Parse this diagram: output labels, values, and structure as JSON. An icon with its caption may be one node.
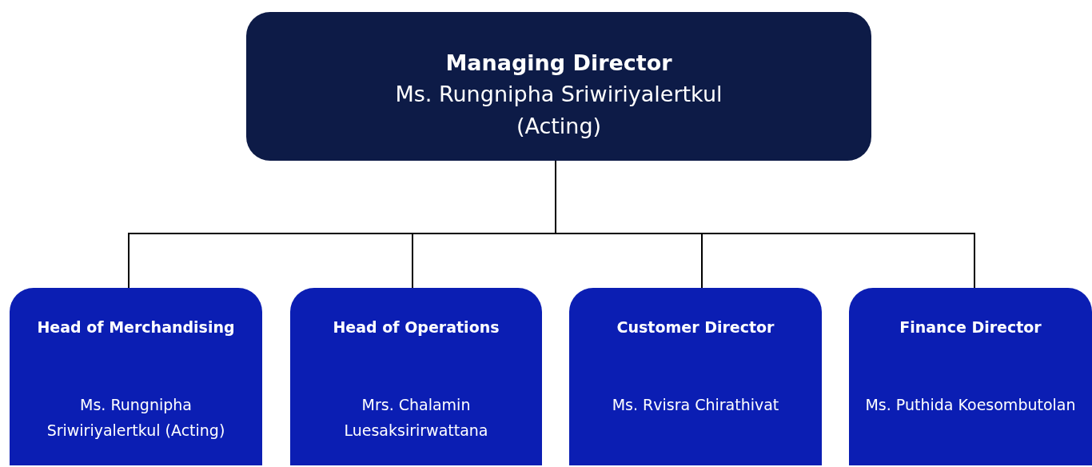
{
  "diagram": {
    "nodes": [
      {
        "text": [
          "Managing Director",
          "Ms. Rungnipha Sriwiriyalertkul (Acting)"
        ]
      },
      {
        "text": [
          "Head of Merchandising",
          "Ms. Rungnipha Sriwiriyalertkul (Acting)"
        ]
      },
      {
        "text": [
          "Head of Operations",
          "Mrs. Chalamin Luesaksirirwattana"
        ]
      },
      {
        "text": [
          "Customer Director",
          "Ms. Rvisra Chirathivat"
        ]
      },
      {
        "text": [
          "Finance Director",
          "Ms. Puthida Koesombutolan"
        ]
      }
    ],
    "edges": [
      {
        "from": 0,
        "to": 1,
        "arrow": "none"
      },
      {
        "from": 0,
        "to": 2,
        "arrow": "none"
      },
      {
        "from": 0,
        "to": 3,
        "arrow": "none"
      },
      {
        "from": 0,
        "to": 4,
        "arrow": "none"
      }
    ]
  }
}
